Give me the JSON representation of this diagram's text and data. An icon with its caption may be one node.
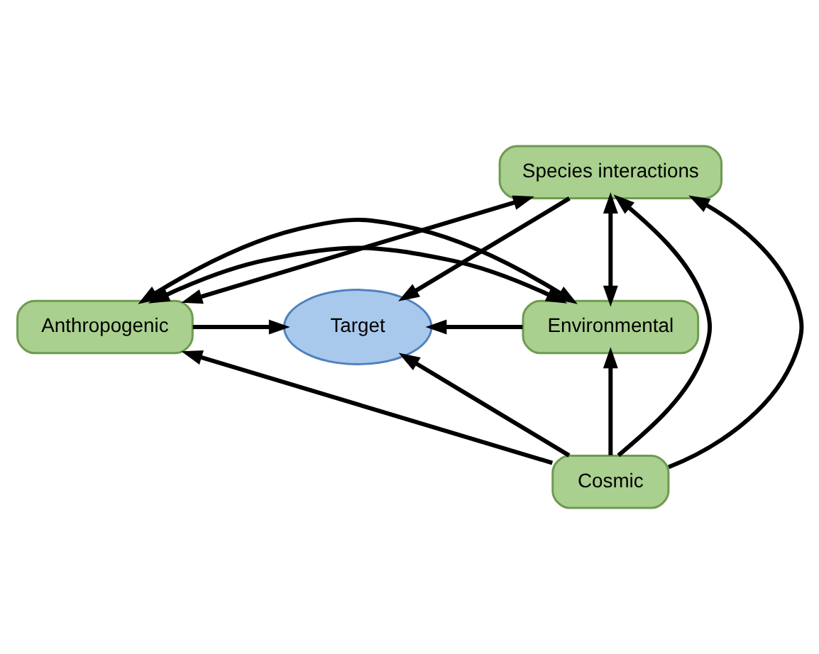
{
  "diagram": {
    "nodes": [
      {
        "text": [
          "Species interactions"
        ]
      },
      {
        "text": [
          "Anthropogenic"
        ]
      },
      {
        "text": [
          "Target"
        ]
      },
      {
        "text": [
          "Environmental"
        ]
      },
      {
        "text": [
          "Cosmic"
        ]
      }
    ],
    "edges": [
      {
        "from": 1,
        "to": 3,
        "arrow": "both"
      },
      {
        "from": 0,
        "to": 1,
        "arrow": "both"
      },
      {
        "from": 0,
        "to": 3,
        "arrow": "both"
      },
      {
        "from": 0,
        "to": 2,
        "arrow": "to"
      },
      {
        "from": 1,
        "to": 2,
        "arrow": "to"
      },
      {
        "from": 3,
        "to": 2,
        "arrow": "to"
      },
      {
        "from": 4,
        "to": 2,
        "arrow": "to"
      },
      {
        "from": 4,
        "to": 0,
        "arrow": "to"
      },
      {
        "from": 4,
        "to": 0,
        "arrow": "to"
      },
      {
        "from": 4,
        "to": 1,
        "arrow": "to"
      },
      {
        "from": 4,
        "to": 3,
        "arrow": "to"
      },
      {
        "from": 1,
        "to": 3,
        "arrow": "both"
      }
    ]
  }
}
